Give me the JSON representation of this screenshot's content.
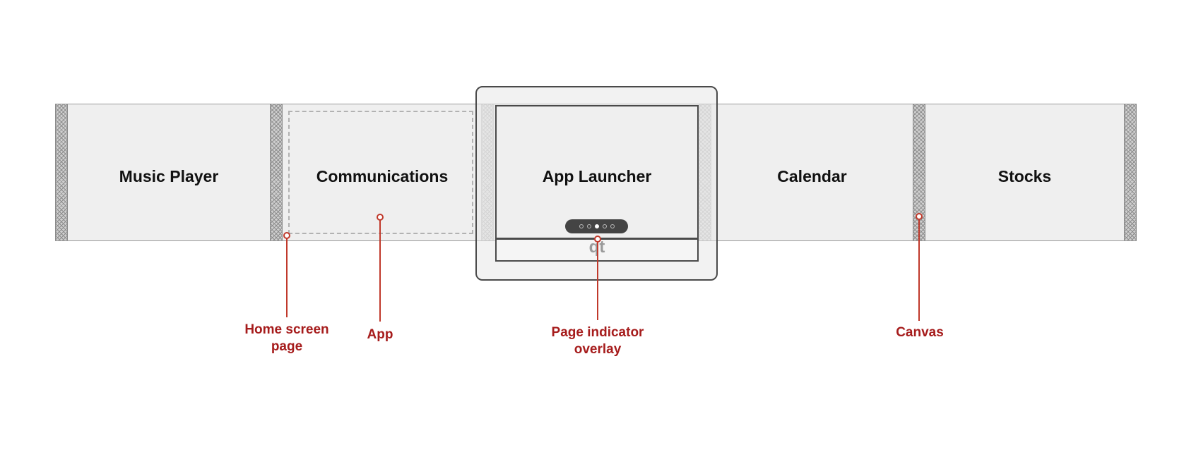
{
  "pages": [
    {
      "label": "Music Player"
    },
    {
      "label": "Communications"
    },
    {
      "label": "App Launcher"
    },
    {
      "label": "Calendar"
    },
    {
      "label": "Stocks"
    }
  ],
  "device": {
    "logo": "qt"
  },
  "page_indicator": {
    "dot_count": 5,
    "active_index": 2
  },
  "callouts": [
    {
      "line1": "Home screen",
      "line2": "page"
    },
    {
      "line1": "App",
      "line2": ""
    },
    {
      "line1": "Page indicator",
      "line2": "overlay"
    },
    {
      "line1": "Canvas",
      "line2": ""
    }
  ],
  "colors": {
    "callout": "#a61c1c",
    "leader": "#c0392b",
    "device_border": "#4a4a4a"
  }
}
